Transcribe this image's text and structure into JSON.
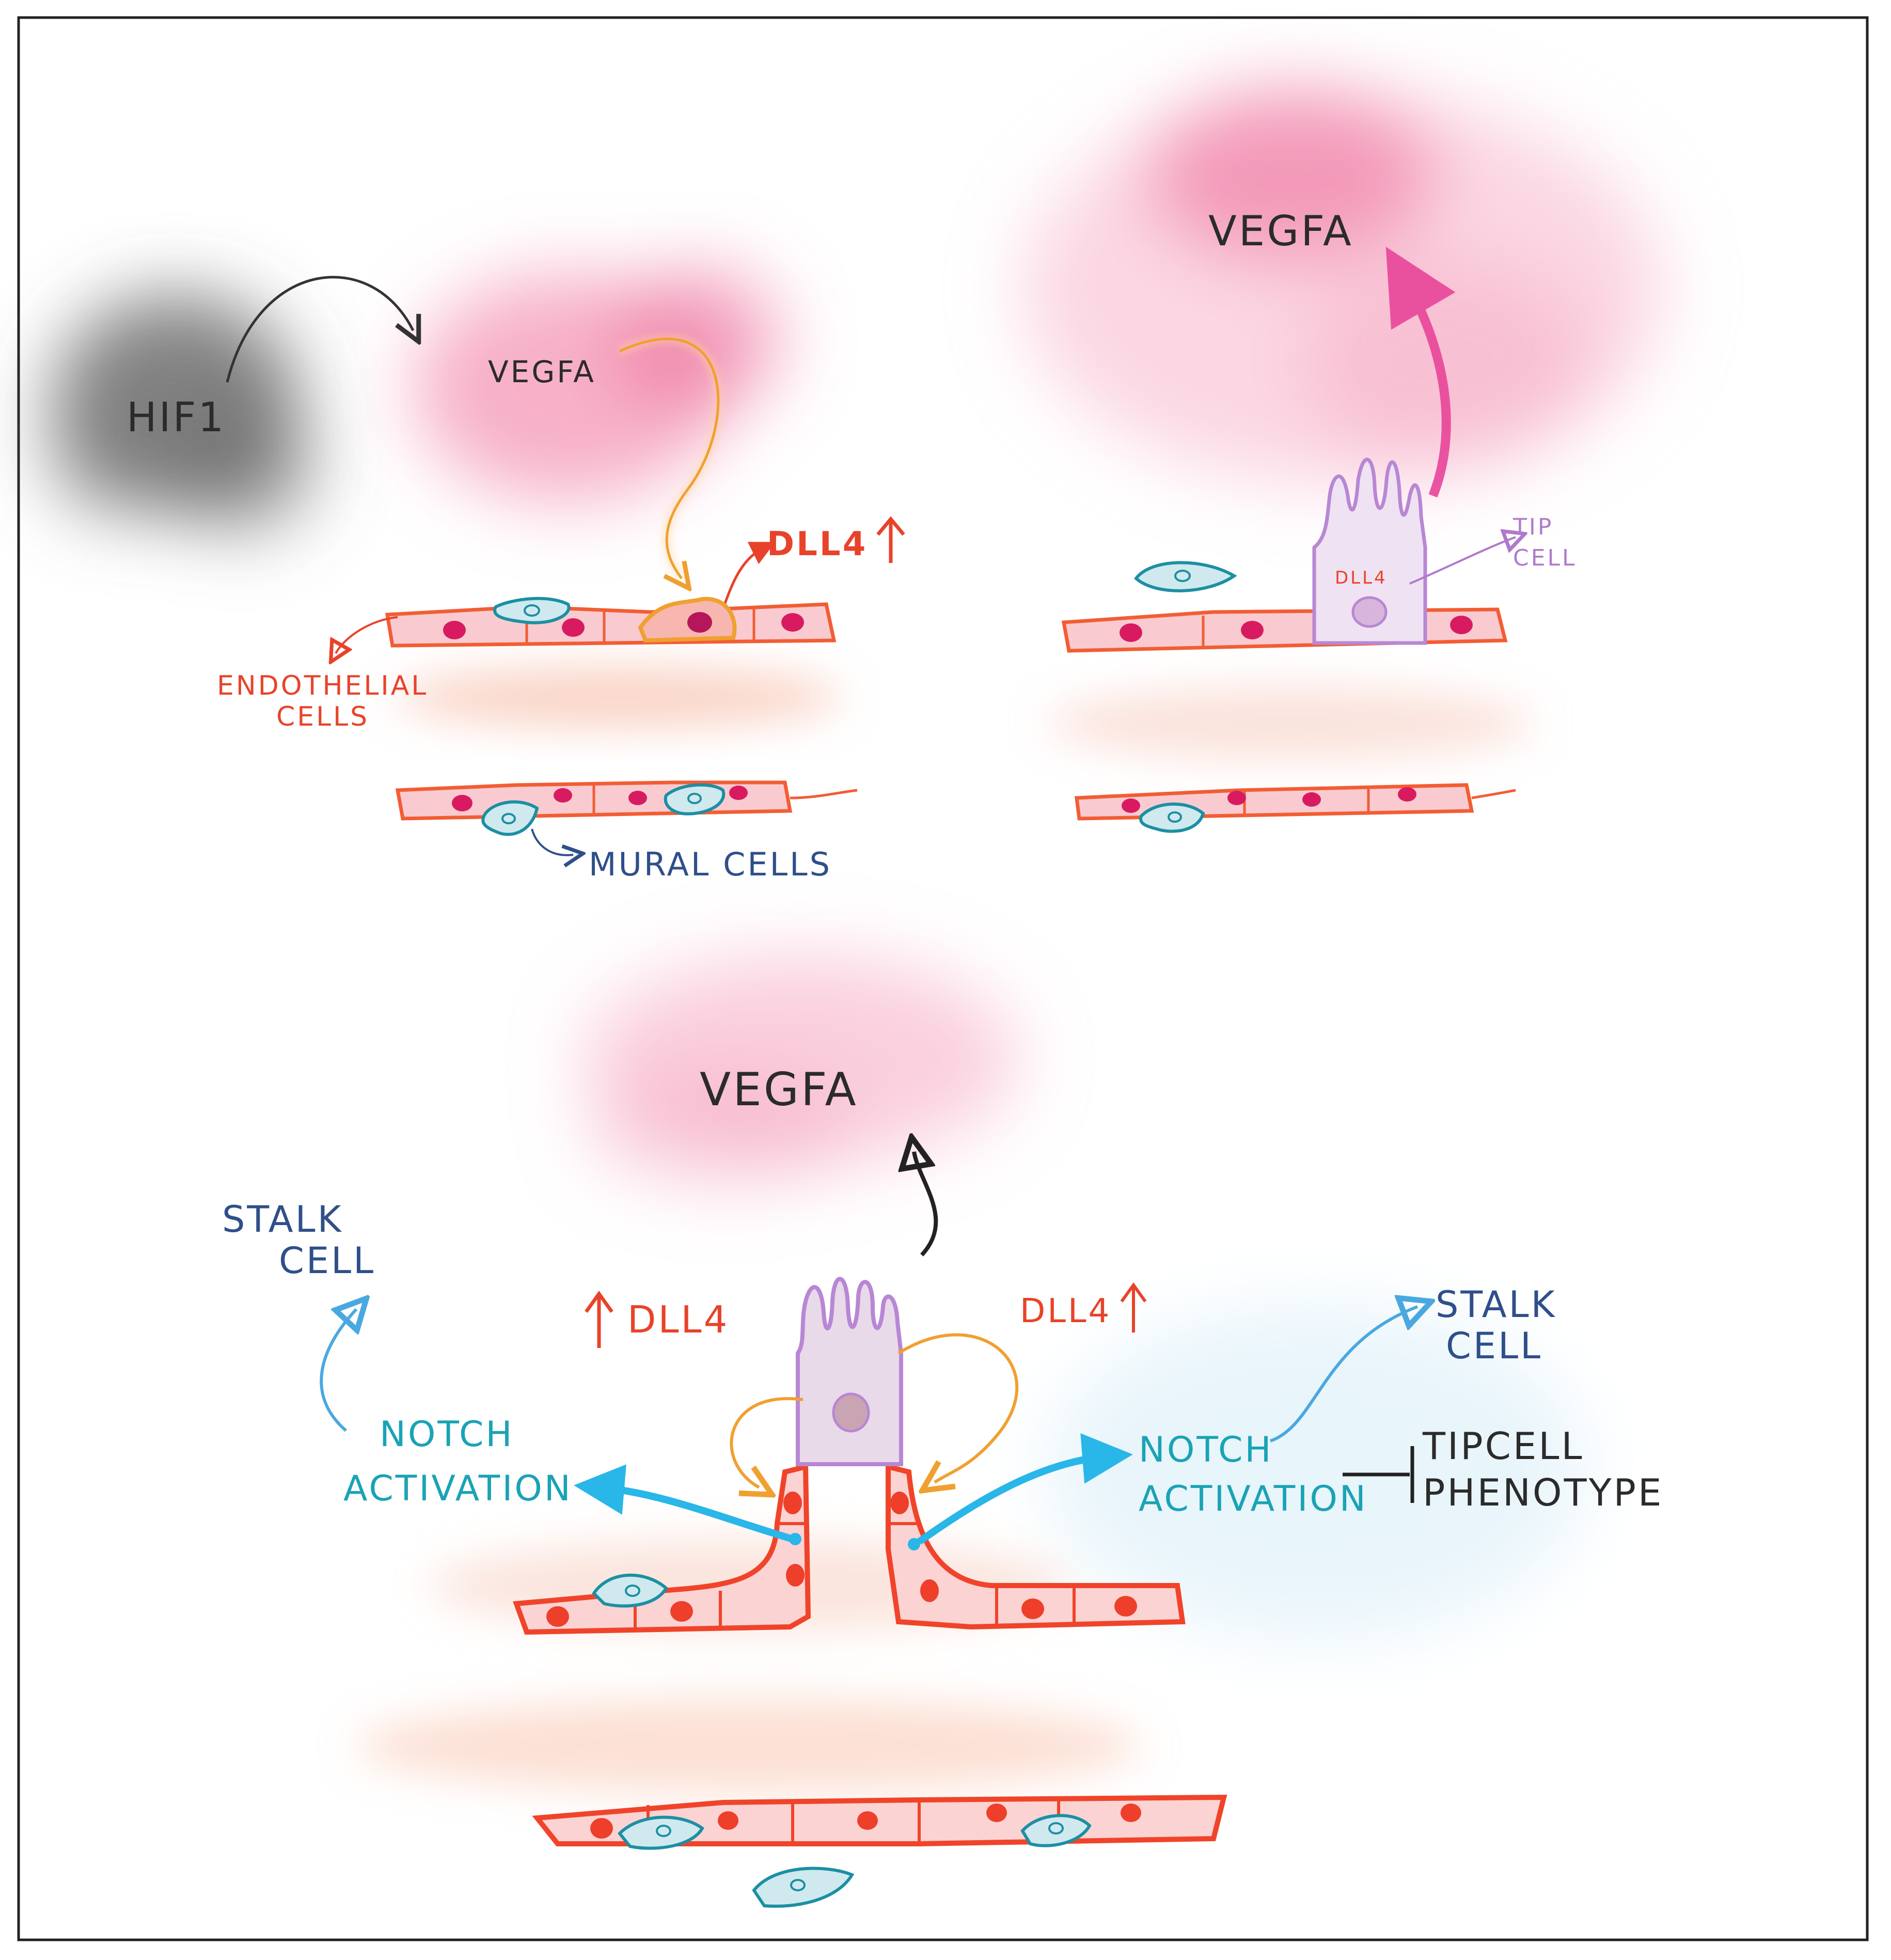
{
  "colors": {
    "vessel": "#f25d34",
    "vessel_fill": "#f9c8c8",
    "nucleus": "#d81b60",
    "mural": "#1c8fa3",
    "mural_fill": "#cfe9ee",
    "tip_cell": "#b887d4",
    "vegfa_cloud": "#f48fb1",
    "notch": "#29b6e8"
  },
  "panel_a": {
    "hif1": "HIF1",
    "vegfa": "VEGFA",
    "dll4": "DLL4",
    "endothelial_line1": "ENDOTHELIAL",
    "endothelial_line2": "CELLS",
    "mural": "MURAL CELLS"
  },
  "panel_b": {
    "vegfa": "VEGFA",
    "dll4": "DLL4",
    "tip_line1": "TIP",
    "tip_line2": "CELL"
  },
  "panel_c": {
    "vegfa": "VEGFA",
    "dll4_left": "DLL4",
    "dll4_right": "DLL4",
    "stalk_left_line1": "STALK",
    "stalk_left_line2": "CELL",
    "stalk_right_line1": "STALK",
    "stalk_right_line2": "CELL",
    "notch_left_line1": "NOTCH",
    "notch_left_line2": "ACTIVATION",
    "notch_right_line1": "NOTCH",
    "notch_right_line2": "ACTIVATION",
    "tipcell_line1": "TIPCELL",
    "tipcell_line2": "PHENOTYPE"
  }
}
